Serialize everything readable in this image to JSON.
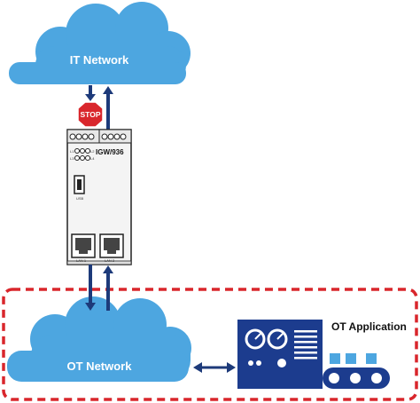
{
  "diagram": {
    "it_network_label": "IT Network",
    "ot_network_label": "OT Network",
    "ot_application_label": "OT Application",
    "stop_sign_text": "STOP",
    "device_model": "IGW/936",
    "device_usb_label": "USB",
    "device_lan1_label": "LAN 1",
    "device_lan2_label": "LAN 2",
    "led_labels": [
      "L1",
      "L2",
      "L3",
      "L4"
    ]
  },
  "colors": {
    "cloud": "#4da6e0",
    "arrow": "#1d3a7a",
    "stop": "#d9262c",
    "ot_border": "#d9262c",
    "ot_panel": "#1c3c8e",
    "device_body": "#f4f4f4"
  }
}
